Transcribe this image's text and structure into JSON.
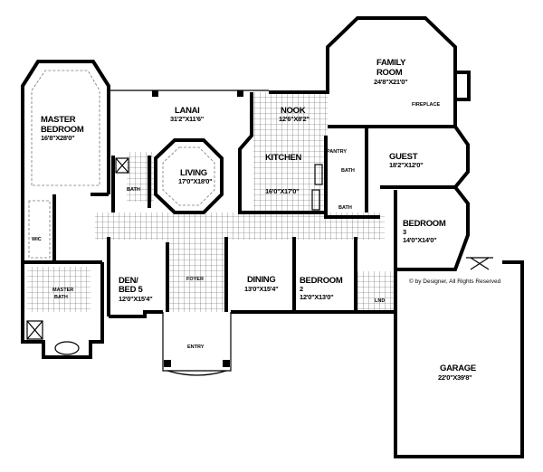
{
  "rooms": {
    "master_bedroom": {
      "name1": "MASTER",
      "name2": "BEDROOM",
      "dims": "16'8\"X28'0\""
    },
    "lanai": {
      "name": "LANAI",
      "dims": "31'2\"X11'6\""
    },
    "living": {
      "name": "LIVING",
      "dims": "17'0\"X18'0\""
    },
    "nook": {
      "name": "NOOK",
      "dims": "12'6\"X8'2\""
    },
    "kitchen": {
      "name": "KITCHEN",
      "dims": "16'0\"X17'0\""
    },
    "family_room": {
      "name1": "FAMILY",
      "name2": "ROOM",
      "dims": "24'8\"X21'0\""
    },
    "fireplace": {
      "name": "FIREPLACE"
    },
    "pantry": {
      "name": "PANTRY"
    },
    "guest": {
      "name": "GUEST",
      "dims": "18'2\"X12'0\""
    },
    "bath_master_side": {
      "name": "BATH"
    },
    "bath_1": {
      "name": "BATH"
    },
    "bath_2": {
      "name": "BATH"
    },
    "bedroom3": {
      "name1": "BEDROOM",
      "name2": "3",
      "dims": "14'0\"X14'0\""
    },
    "wic": {
      "name": "WIC"
    },
    "master_bath": {
      "name1": "MASTER",
      "name2": "BATH"
    },
    "den": {
      "name1": "DEN/",
      "name2": "BED 5",
      "dims": "12'0\"X15'4\""
    },
    "foyer": {
      "name": "FOYER"
    },
    "entry": {
      "name": "ENTRY"
    },
    "dining": {
      "name": "DINING",
      "dims": "13'0\"X15'4\""
    },
    "bedroom2": {
      "name1": "BEDROOM",
      "name2": "2",
      "dims": "12'0\"X13'0\""
    },
    "laundry": {
      "name": "LND"
    },
    "garage": {
      "name": "GARAGE",
      "dims": "22'0\"X39'8\""
    }
  },
  "copyright": "© by Designer, All Rights Reserved"
}
